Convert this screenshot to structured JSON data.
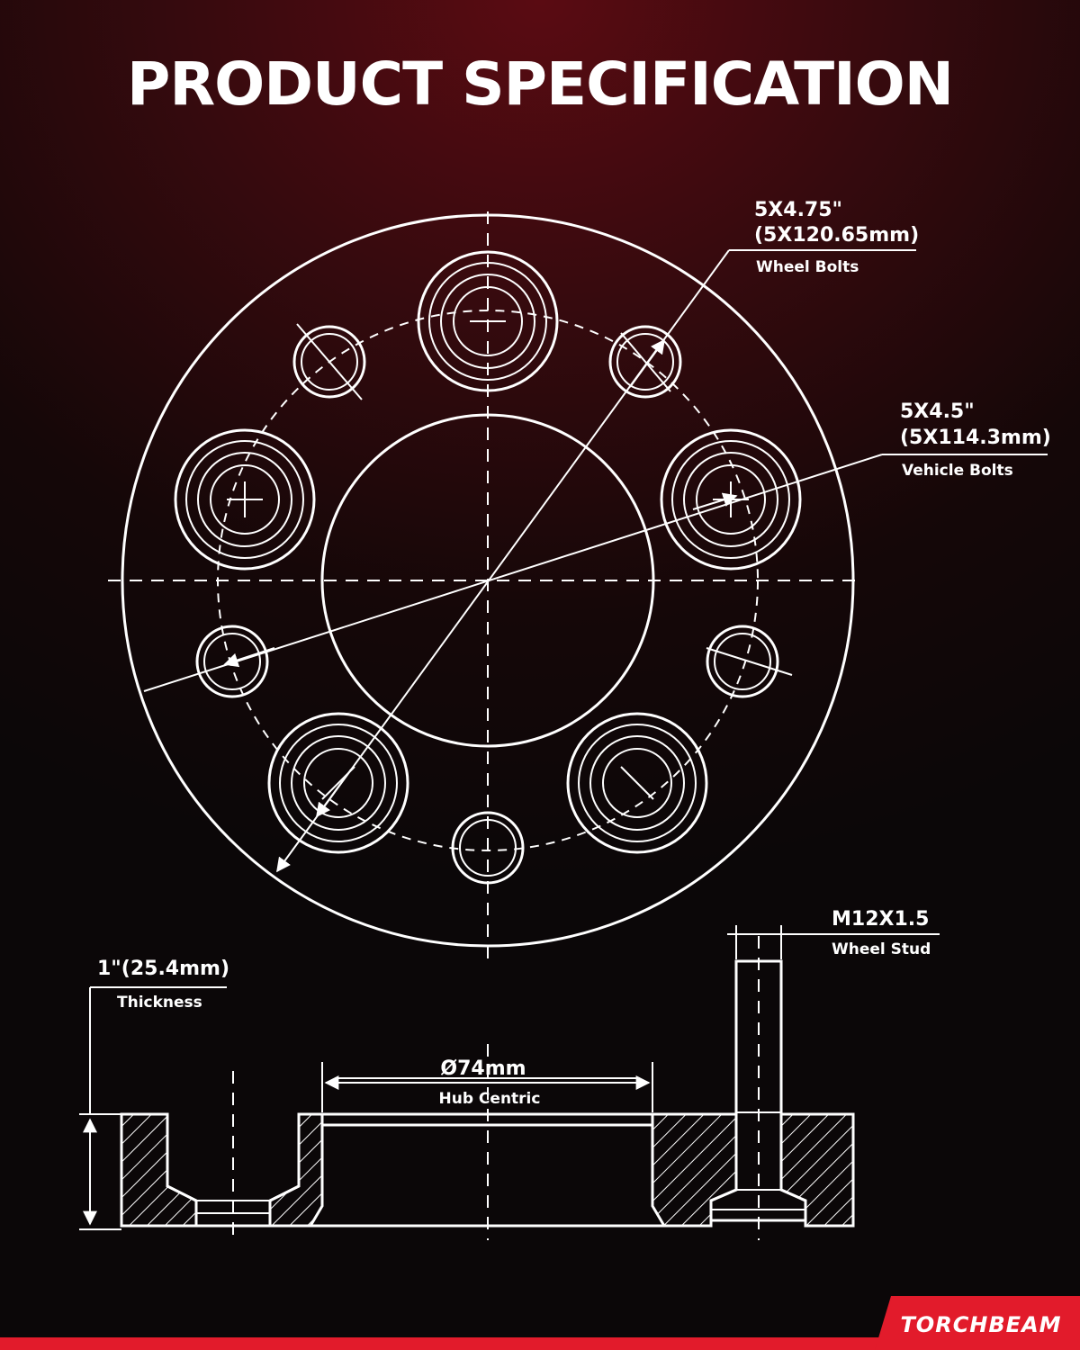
{
  "title": "PRODUCT SPECIFICATION",
  "labels": {
    "wheel_bolts": {
      "value": "5X4.75\"",
      "metric": "(5X120.65mm)",
      "caption": "Wheel Bolts"
    },
    "vehicle_bolts": {
      "value": "5X4.5\"",
      "metric": "(5X114.3mm)",
      "caption": "Vehicle Bolts"
    },
    "wheel_stud": {
      "value": "M12X1.5",
      "caption": "Wheel Stud"
    },
    "thickness": {
      "value": "1\"(25.4mm)",
      "caption": "Thickness"
    },
    "hub_centric": {
      "value": "Ø74mm",
      "caption": "Hub Centric"
    }
  },
  "brand": "TORCHBEAM",
  "colors": {
    "accent": "#e21b2b",
    "line": "#ffffff",
    "background": "#1a0a0c"
  }
}
